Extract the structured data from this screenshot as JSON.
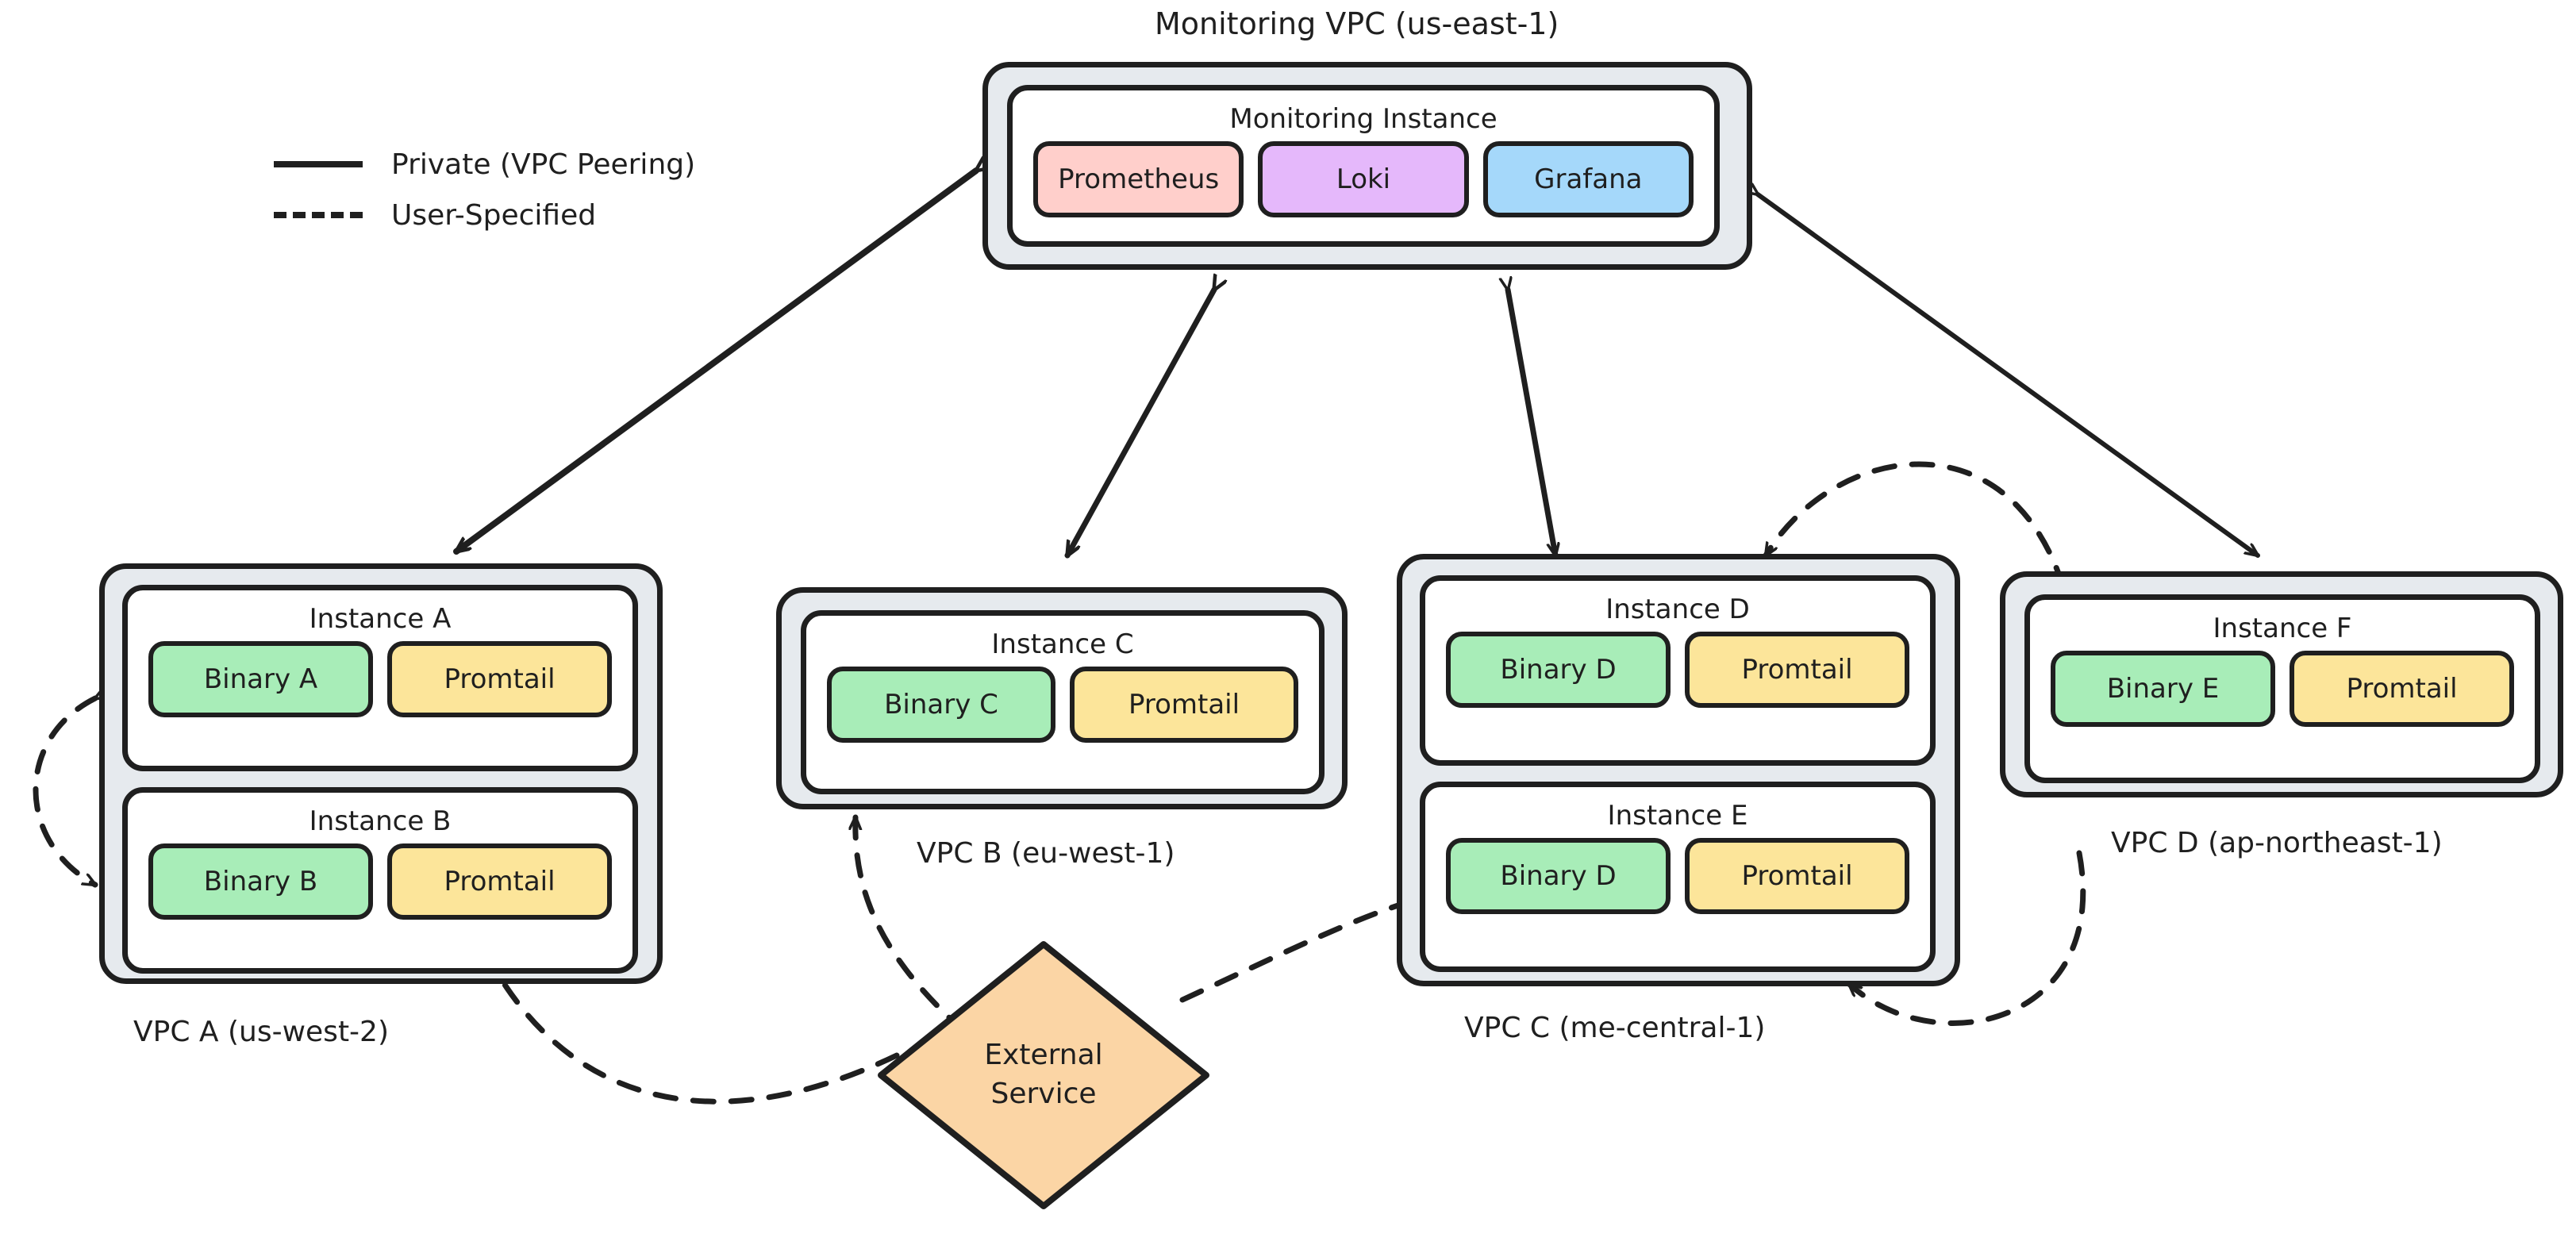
{
  "legend": {
    "items": [
      {
        "label": "Private (VPC Peering)",
        "style": "solid"
      },
      {
        "label": "User-Specified",
        "style": "dashed"
      }
    ]
  },
  "monitoring_vpc": {
    "caption": "Monitoring VPC (us-east-1)",
    "instance": {
      "title": "Monitoring Instance",
      "components": [
        {
          "label": "Prometheus",
          "color": "#ffcfcb"
        },
        {
          "label": "Loki",
          "color": "#e5b8fb"
        },
        {
          "label": "Grafana",
          "color": "#a5d8fa"
        }
      ]
    }
  },
  "vpcs": [
    {
      "caption": "VPC A (us-west-2)",
      "instances": [
        {
          "title": "Instance A",
          "components": [
            {
              "label": "Binary A",
              "color": "#a8edb8"
            },
            {
              "label": "Promtail",
              "color": "#fce59a"
            }
          ]
        },
        {
          "title": "Instance B",
          "components": [
            {
              "label": "Binary B",
              "color": "#a8edb8"
            },
            {
              "label": "Promtail",
              "color": "#fce59a"
            }
          ]
        }
      ]
    },
    {
      "caption": "VPC B (eu-west-1)",
      "instances": [
        {
          "title": "Instance C",
          "components": [
            {
              "label": "Binary C",
              "color": "#a8edb8"
            },
            {
              "label": "Promtail",
              "color": "#fce59a"
            }
          ]
        }
      ]
    },
    {
      "caption": "VPC C (me-central-1)",
      "instances": [
        {
          "title": "Instance D",
          "components": [
            {
              "label": "Binary D",
              "color": "#a8edb8"
            },
            {
              "label": "Promtail",
              "color": "#fce59a"
            }
          ]
        },
        {
          "title": "Instance E",
          "components": [
            {
              "label": "Binary D",
              "color": "#a8edb8"
            },
            {
              "label": "Promtail",
              "color": "#fce59a"
            }
          ]
        }
      ]
    },
    {
      "caption": "VPC D (ap-northeast-1)",
      "instances": [
        {
          "title": "Instance F",
          "components": [
            {
              "label": "Binary E",
              "color": "#a8edb8"
            },
            {
              "label": "Promtail",
              "color": "#fce59a"
            }
          ]
        }
      ]
    }
  ],
  "external_service": {
    "line1": "External",
    "line2": "Service",
    "color": "#fbd5a5"
  },
  "colors": {
    "stroke": "#1f1f1f",
    "vpc_shell": "#e6eaee",
    "instance_fill": "#ffffff",
    "background": "#ffffff"
  }
}
